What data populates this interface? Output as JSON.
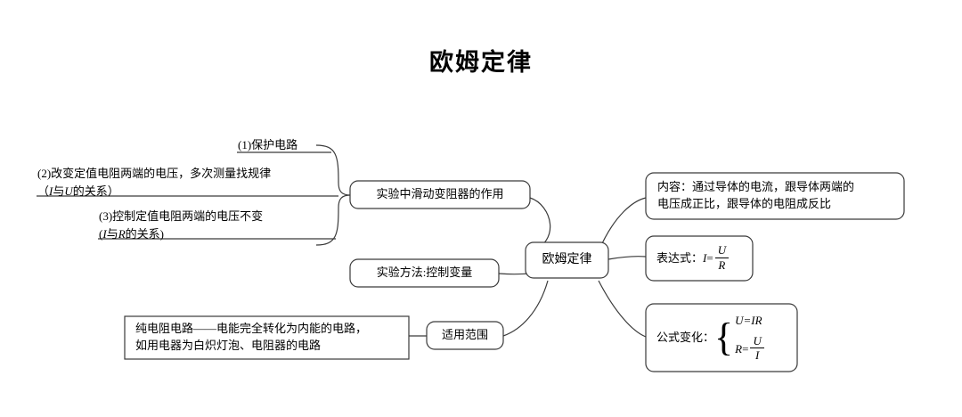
{
  "title": "欧姆定律",
  "center": {
    "label": "欧姆定律"
  },
  "left_branch": {
    "parent_label": "实验中滑动变阻器的作用",
    "items": [
      {
        "label": "(1)保护电路"
      },
      {
        "line1": "(2)改变定值电阻两端的电压，多次测量找规律",
        "line2_pre": "（",
        "line2_var1": "I",
        "line2_mid": "与",
        "line2_var2": "U",
        "line2_post": "的关系）"
      },
      {
        "line1": "(3)控制定值电阻两端的电压不变",
        "line2_pre": "(",
        "line2_var1": "I",
        "line2_mid": "与",
        "line2_var2": "R",
        "line2_post": "的关系)"
      }
    ]
  },
  "method_node": {
    "label": "实验方法:控制变量"
  },
  "scope_node": {
    "label": "适用范围",
    "detail_line1": "纯电阻电路——电能完全转化为内能的电路，",
    "detail_line2": "如用电器为白炽灯泡、电阻器的电路"
  },
  "content_node": {
    "line1": "内容：通过导体的电流，跟导体两端的",
    "line2": "电压成正比，跟导体的电阻成反比"
  },
  "expression_node": {
    "label": "表达式：",
    "lhs": "I",
    "eq": "=",
    "numerator": "U",
    "denominator": "R"
  },
  "variation_node": {
    "label": "公式变化：",
    "brace": "{",
    "eq1": "U=IR",
    "eq2_lhs": "R",
    "eq2_eq": "=",
    "eq2_num": "U",
    "eq2_den": "I"
  },
  "colors": {
    "stroke": "#3a3a3a",
    "text": "#000000",
    "background": "#ffffff"
  }
}
